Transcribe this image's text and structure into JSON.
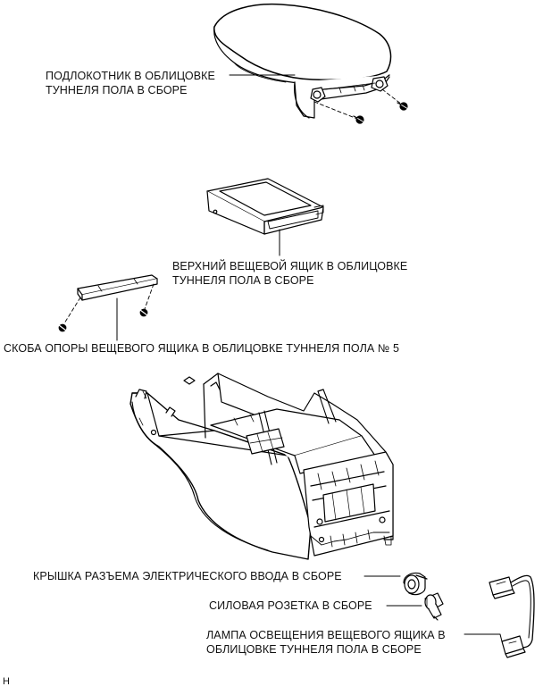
{
  "labels": {
    "armrest": [
      "ПОДЛОКОТНИК В ОБЛИЦОВКЕ",
      "ТУННЕЛЯ ПОЛА В СБОРЕ"
    ],
    "upper_box": [
      "ВЕРХНИЙ ВЕЩЕВОЙ ЯЩИК В ОБЛИЦОВКЕ",
      "ТУННЕЛЯ ПОЛА В СБОРЕ"
    ],
    "bracket": "СКОБА ОПОРЫ ВЕЩЕВОГО ЯЩИКА В ОБЛИЦОВКЕ ТУННЕЛЯ ПОЛА № 5",
    "connector_cover": "КРЫШКА РАЗЪЕМА ЭЛЕКТРИЧЕСКОГО ВВОДА В СБОРЕ",
    "power_outlet": "СИЛОВАЯ РОЗЕТКА В СБОРЕ",
    "lamp": [
      "ЛАМПА ОСВЕЩЕНИЯ ВЕЩЕВОГО ЯЩИКА В",
      "ОБЛИЦОВКЕ ТУННЕЛЯ ПОЛА В СБОРЕ"
    ],
    "corner_mark": "H"
  }
}
